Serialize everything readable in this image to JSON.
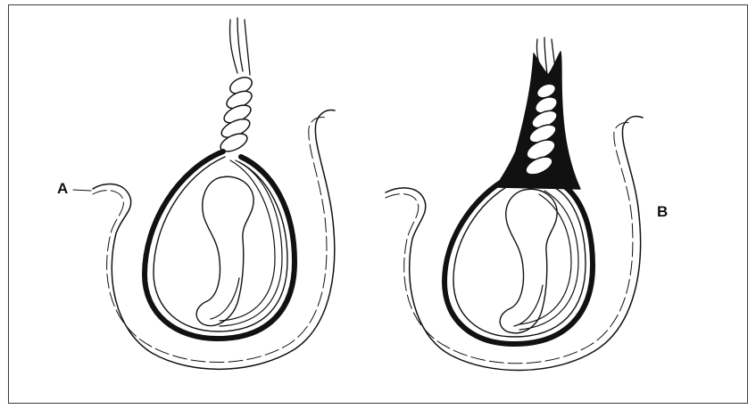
{
  "labels": {
    "a": "A",
    "b": "B"
  },
  "colors": {
    "ink": "#111111",
    "paper": "#ffffff",
    "border": "#3a3a3a"
  },
  "icons": [
    "spermatic-cord",
    "testis",
    "epididymis",
    "tunica-vaginalis",
    "scrotal-wall"
  ]
}
